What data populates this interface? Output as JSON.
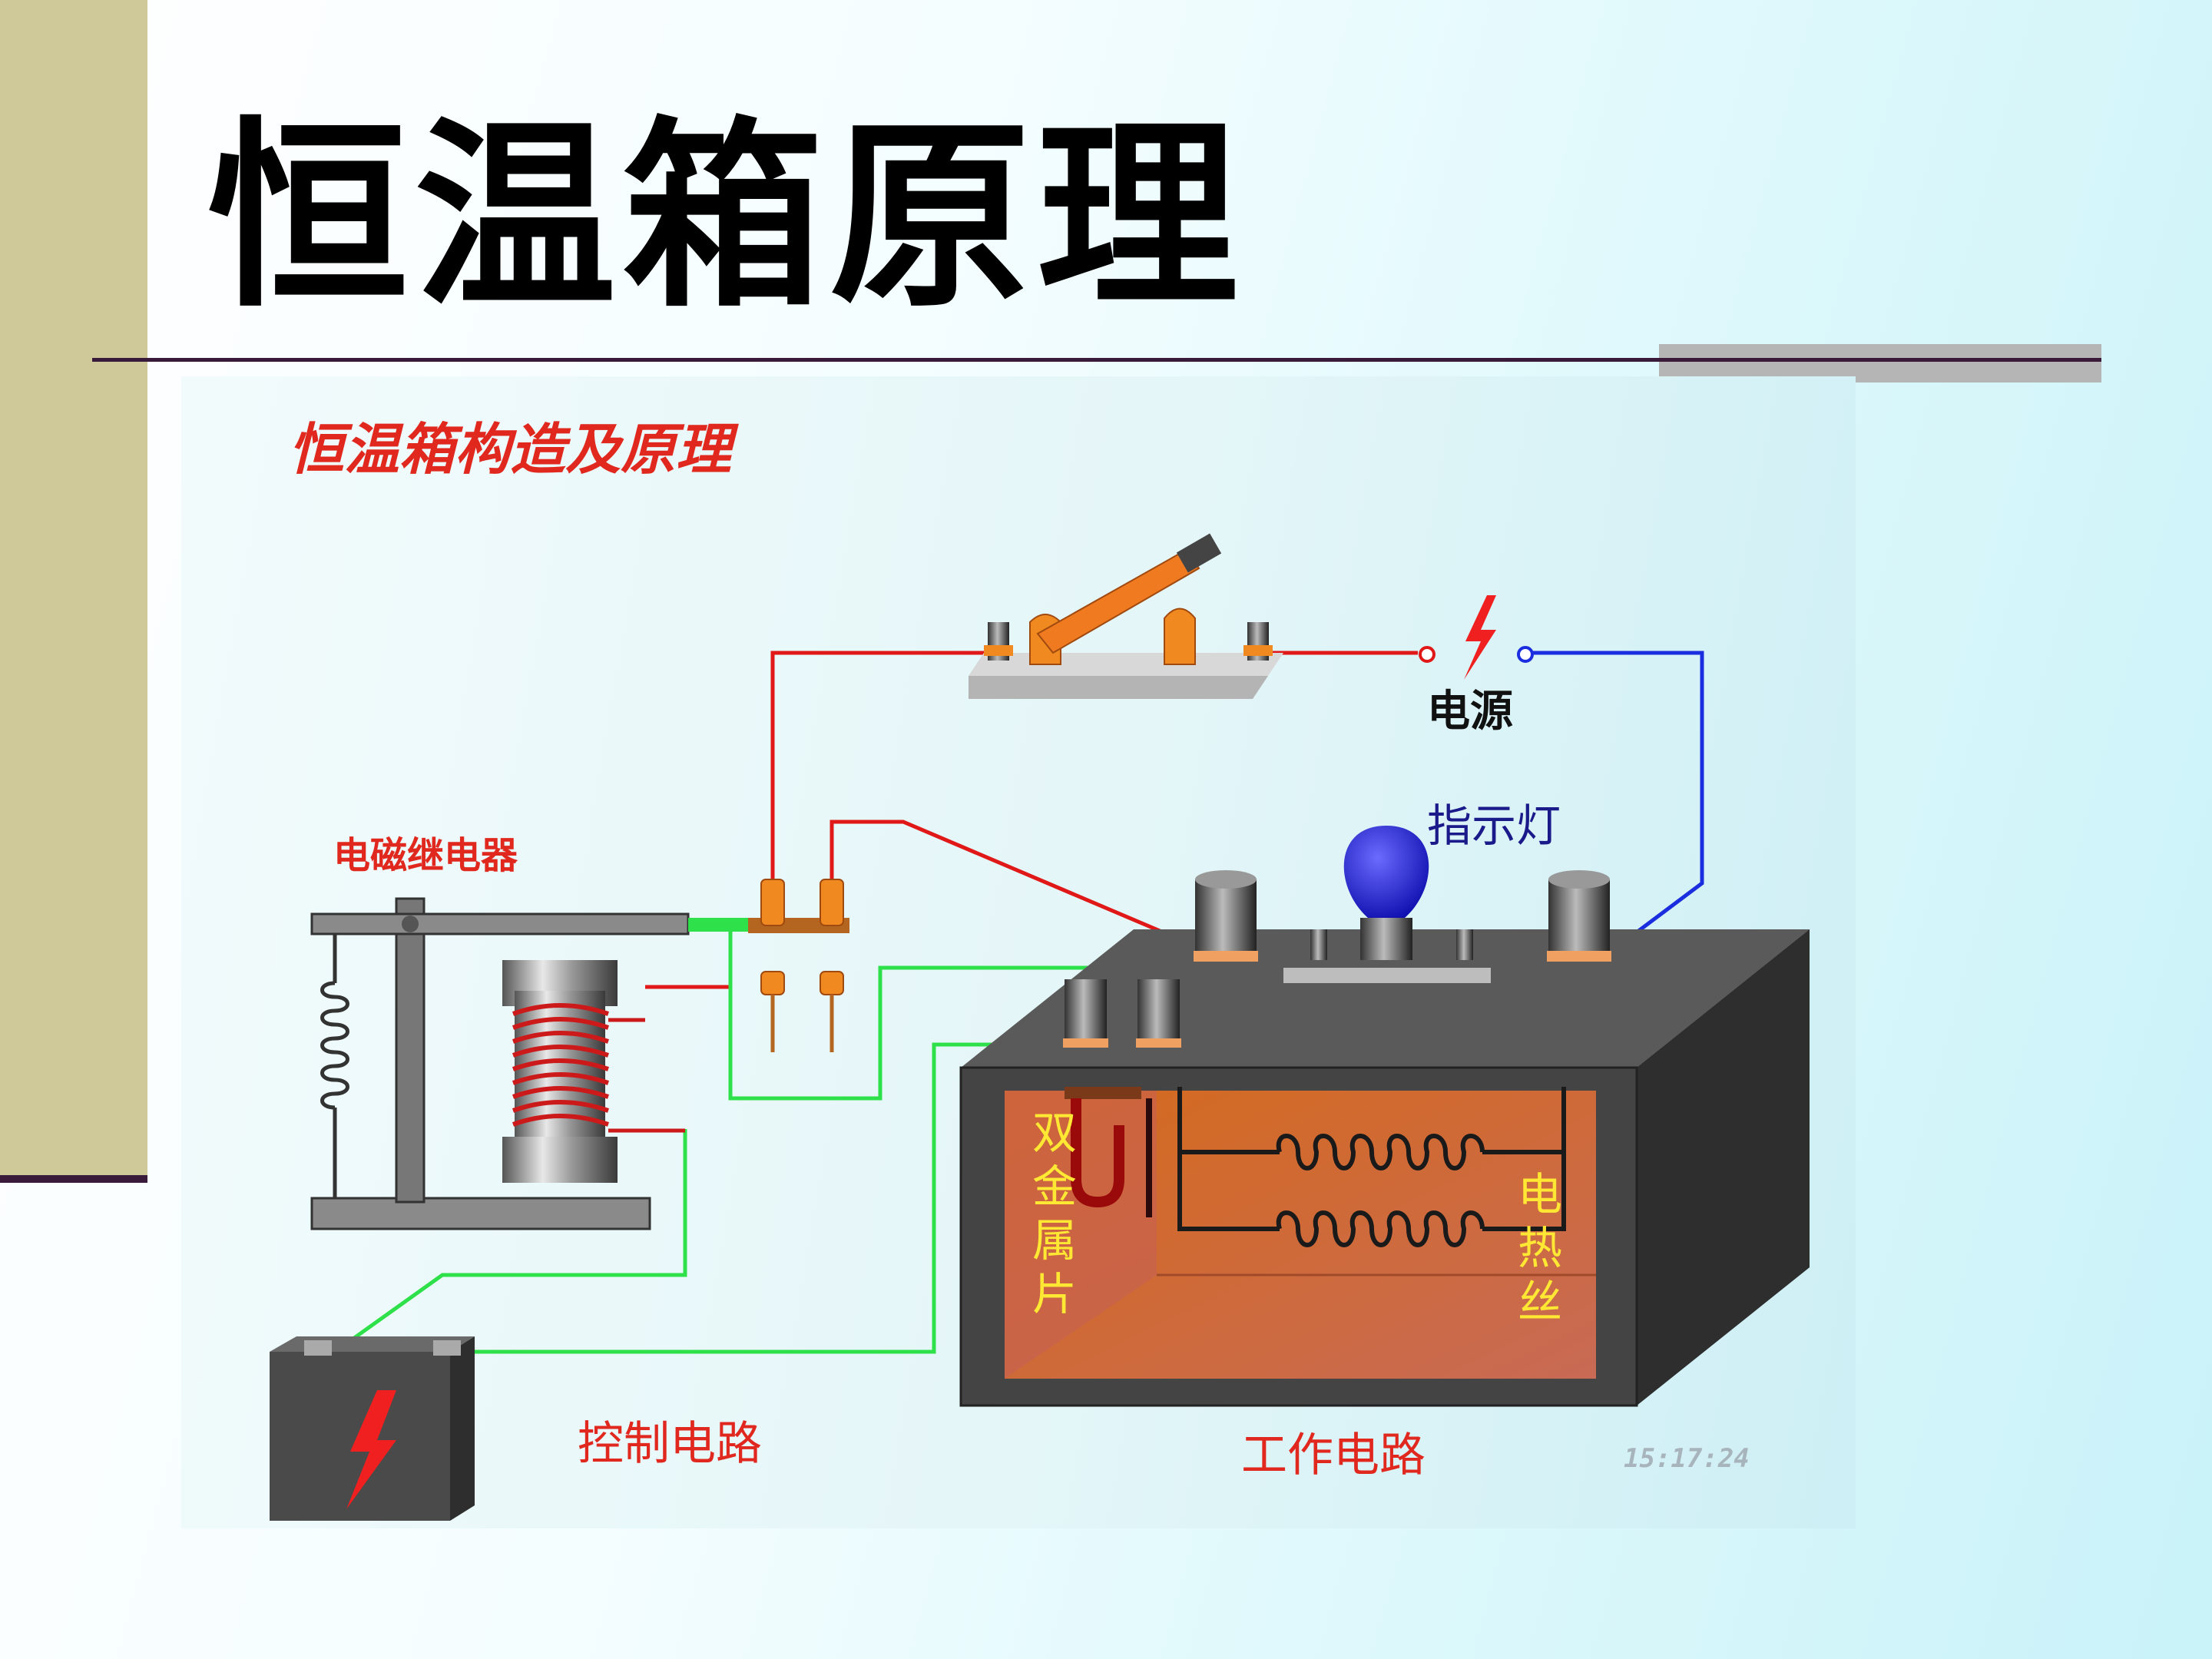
{
  "slide": {
    "title": "恒温箱原理"
  },
  "diagram": {
    "heading": "恒温箱构造及原理",
    "labels": {
      "power_supply": "电源",
      "indicator_light": "指示灯",
      "relay": "电磁继电器",
      "bimetal": [
        "双",
        "金",
        "属",
        "片"
      ],
      "heating_wire": [
        "电",
        "热",
        "丝"
      ],
      "control_circuit": "控制电路",
      "working_circuit": "工作电路",
      "timestamp": "15:17:24"
    },
    "colors": {
      "live_wire": "#e01818",
      "neutral_wire": "#1a2ee0",
      "control_wire": "#2ee04a",
      "heading": "#e0281e",
      "box_label": "#ffe833"
    }
  }
}
